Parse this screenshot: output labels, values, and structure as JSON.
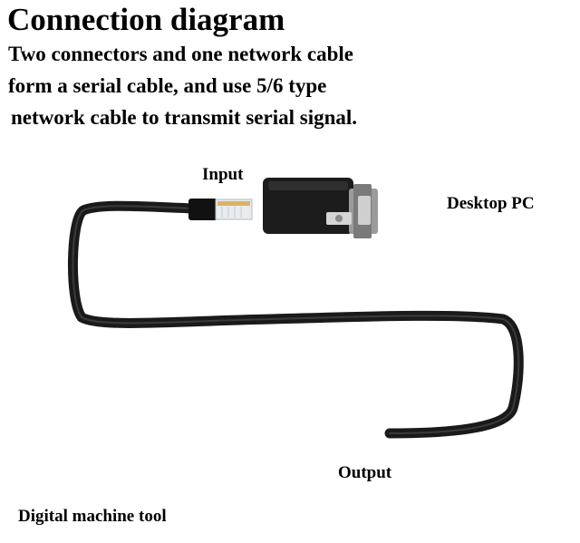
{
  "title": "Connection diagram",
  "description": [
    "Two connectors and one network cable",
    "form a serial cable, and use 5/6 type",
    "network cable to transmit serial signal."
  ],
  "labels": {
    "input": "Input",
    "desktop": "Desktop PC",
    "output": "Output",
    "machine": "Digital machine tool"
  }
}
